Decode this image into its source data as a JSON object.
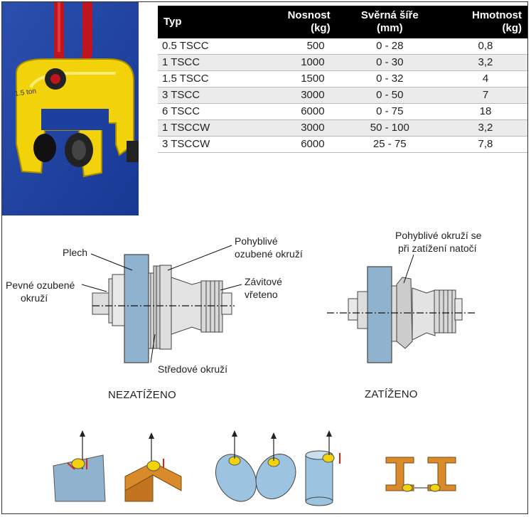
{
  "table": {
    "headers": [
      {
        "line1": "Typ",
        "line2": ""
      },
      {
        "line1": "Nosnost",
        "line2": "(kg)"
      },
      {
        "line1": "Svěrná šíře",
        "line2": "(mm)"
      },
      {
        "line1": "Hmotnost",
        "line2": "(kg)"
      }
    ],
    "rows": [
      [
        "0.5 TSCC",
        "500",
        "0 - 28",
        "0,8"
      ],
      [
        "1 TSCC",
        "1000",
        "0 - 30",
        "3,2"
      ],
      [
        "1.5 TSCC",
        "1500",
        "0 - 32",
        "4"
      ],
      [
        "3 TSCC",
        "3000",
        "0 - 50",
        "7"
      ],
      [
        "6 TSCC",
        "6000",
        "0 - 75",
        "18"
      ],
      [
        "1 TSCCW",
        "3000",
        "50 - 100",
        "3,2"
      ],
      [
        "3 TSCCW",
        "6000",
        "25 - 75",
        "7,8"
      ]
    ]
  },
  "diagram": {
    "plech": "Plech",
    "pevne_line1": "Pevné ozubené",
    "pevne_line2": "okruží",
    "pohyblive_line1": "Pohyblivé",
    "pohyblive_line2": "ozubené okruží",
    "zavitove_line1": "Závitové",
    "zavitove_line2": "vřeteno",
    "stredove": "Středové okruží",
    "natoci_line1": "Pohyblivé okruží se",
    "natoci_line2": "při zatížení natočí",
    "nezatizeno": "NEZATÍŽENO",
    "zatizeno": "ZATÍŽENO"
  },
  "photo_marking": "1.5 ton",
  "colors": {
    "clamp_yellow": "#f2d20a",
    "photo_blue": "#1c3fa0",
    "plate_blue": "#8fb3cf",
    "beam_orange": "#d98a2b"
  }
}
